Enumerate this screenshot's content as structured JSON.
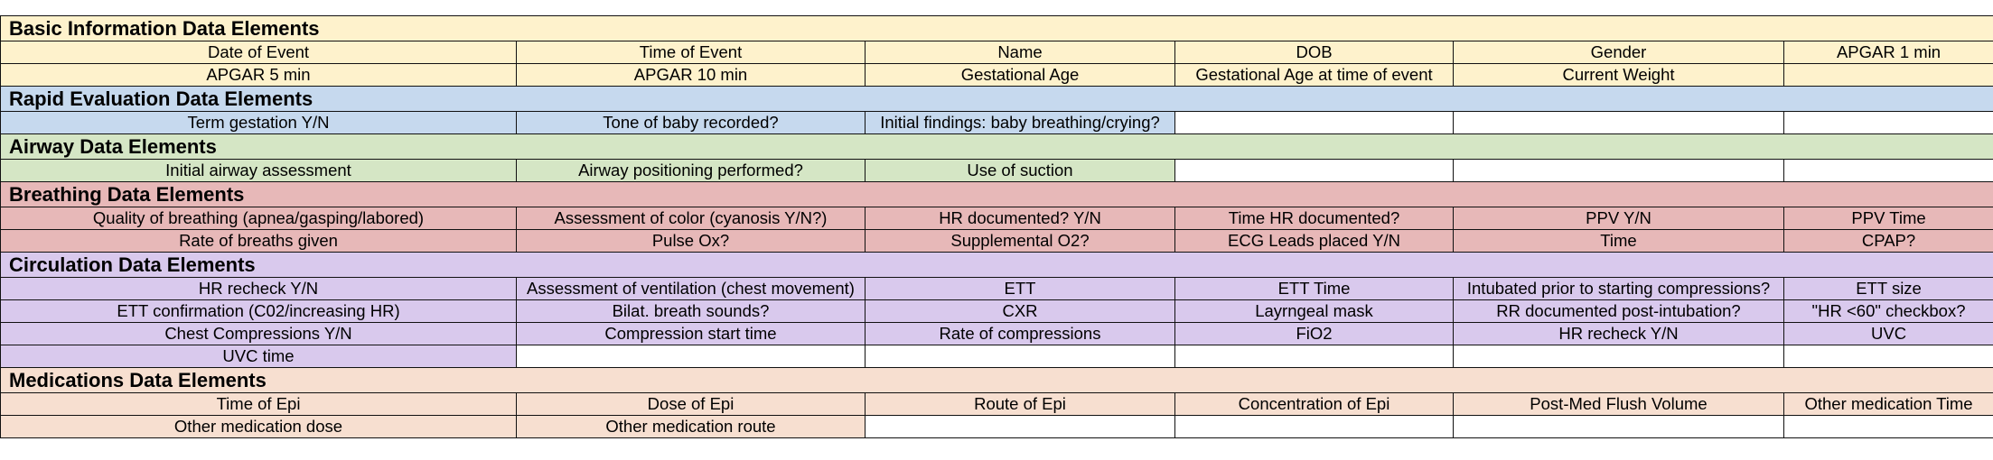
{
  "colors": {
    "basic": "#fef2cc",
    "rapid": "#c6d9ee",
    "airway": "#d5e6c5",
    "breathing": "#e7b8b8",
    "circulation": "#d9c9ed",
    "medications": "#f7dfd0",
    "empty": "#ffffff",
    "border": "#111111"
  },
  "sections": [
    {
      "key": "basic",
      "title": "Basic Information Data Elements",
      "rows": [
        [
          "Date of Event",
          "Time of Event",
          "Name",
          "DOB",
          "Gender",
          "APGAR 1 min"
        ],
        [
          "APGAR 5 min",
          "APGAR 10 min",
          "Gestational Age",
          "Gestational Age at time of event",
          "Current Weight",
          ""
        ]
      ]
    },
    {
      "key": "rapid",
      "title": "Rapid Evaluation Data Elements",
      "rows": [
        [
          "Term gestation Y/N",
          "Tone of baby recorded?",
          "Initial findings: baby breathing/crying?",
          "",
          "",
          ""
        ]
      ]
    },
    {
      "key": "airway",
      "title": "Airway Data Elements",
      "rows": [
        [
          "Initial airway assessment",
          "Airway positioning performed?",
          "Use of suction",
          "",
          "",
          ""
        ]
      ]
    },
    {
      "key": "breathing",
      "title": "Breathing Data Elements",
      "rows": [
        [
          "Quality of breathing (apnea/gasping/labored)",
          "Assessment of color (cyanosis Y/N?)",
          "HR documented? Y/N",
          "Time HR documented?",
          "PPV Y/N",
          "PPV Time"
        ],
        [
          "Rate of breaths given",
          "Pulse Ox?",
          "Supplemental O2?",
          "ECG Leads placed Y/N",
          "Time",
          "CPAP?"
        ]
      ]
    },
    {
      "key": "circulation",
      "title": "Circulation Data Elements",
      "rows": [
        [
          "HR recheck Y/N",
          "Assessment of ventilation (chest movement)",
          "ETT",
          "ETT Time",
          "Intubated prior to starting compressions?",
          "ETT size"
        ],
        [
          "ETT confirmation (C02/increasing HR)",
          "Bilat. breath sounds?",
          "CXR",
          "Layrngeal mask",
          "RR documented post-intubation?",
          "\"HR <60\" checkbox?"
        ],
        [
          "Chest Compressions Y/N",
          "Compression start time",
          "Rate of compressions",
          "FiO2",
          "HR recheck Y/N",
          "UVC"
        ],
        [
          "UVC time",
          "",
          "",
          "",
          "",
          ""
        ]
      ]
    },
    {
      "key": "medications",
      "title": "Medications Data Elements",
      "rows": [
        [
          "Time of Epi",
          "Dose of Epi",
          "Route of Epi",
          "Concentration of Epi",
          "Post-Med Flush Volume",
          "Other medication Time"
        ],
        [
          "Other medication dose",
          "Other medication route",
          "",
          "",
          "",
          ""
        ]
      ]
    }
  ]
}
